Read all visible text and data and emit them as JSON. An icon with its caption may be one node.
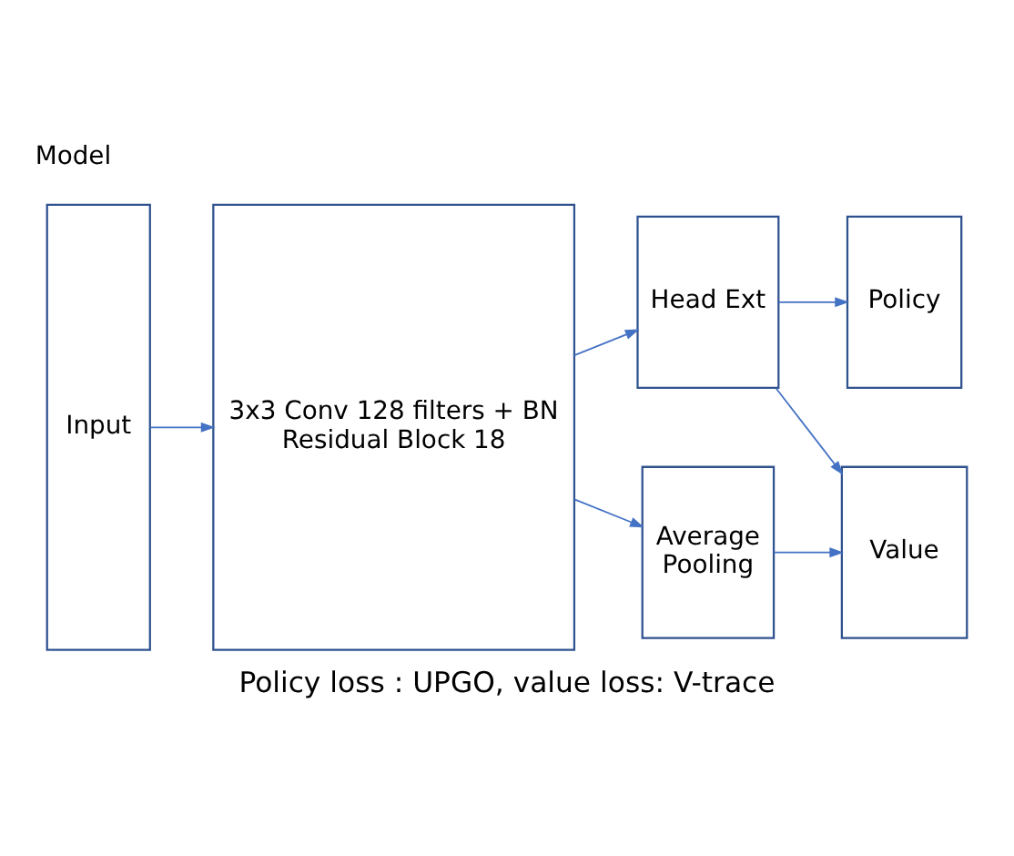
{
  "diagram": {
    "title": "Model",
    "caption": "Policy loss : UPGO, value loss: V-trace",
    "nodes": [
      {
        "text": [
          "Input"
        ]
      },
      {
        "text": [
          "3x3 Conv 128 filters + BN",
          "Residual Block 18"
        ]
      },
      {
        "text": [
          "Head Ext"
        ]
      },
      {
        "text": [
          "Average Pooling"
        ]
      },
      {
        "text": [
          "Policy"
        ]
      },
      {
        "text": [
          "Value"
        ]
      }
    ],
    "edges": [
      {
        "from": 0,
        "to": 1,
        "arrow": "to"
      },
      {
        "from": 1,
        "to": 2,
        "arrow": "to"
      },
      {
        "from": 1,
        "to": 3,
        "arrow": "to"
      },
      {
        "from": 2,
        "to": 4,
        "arrow": "to"
      },
      {
        "from": 2,
        "to": 5,
        "arrow": "to"
      },
      {
        "from": 3,
        "to": 5,
        "arrow": "to"
      }
    ]
  }
}
